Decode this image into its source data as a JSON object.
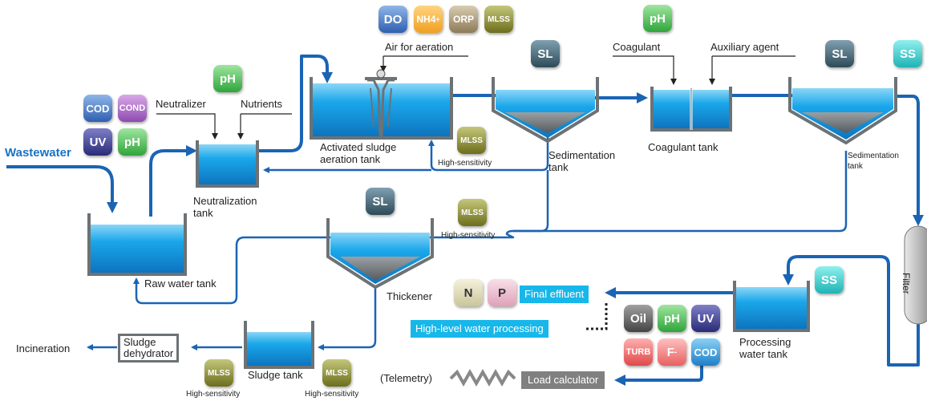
{
  "labels": {
    "wastewater": "Wastewater",
    "raw_water_tank": "Raw water tank",
    "neutralizer": "Neutralizer",
    "nutrients": "Nutrients",
    "neutralization_tank": "Neutralization\ntank",
    "air_for_aeration": "Air for aeration",
    "activated_sludge": "Activated sludge\naeration tank",
    "high_sensitivity": "High-sensitivity",
    "sedimentation_tank_1": "Sedimentation\ntank",
    "coagulant": "Coagulant",
    "auxiliary_agent": "Auxiliary agent",
    "coagulant_tank": "Coagulant tank",
    "sedimentation_tank_2": "Sedimentation\ntank",
    "filter": "Filter",
    "thickener": "Thickener",
    "final_effluent": "Final effluent",
    "high_level": "High-level water processing",
    "processing_water_tank": "Processing\nwater tank",
    "incineration": "Incineration",
    "sludge_dehydrator": "Sludge\ndehydrator",
    "sludge_tank": "Sludge tank",
    "telemetry": "(Telemetry)",
    "load_calculator": "Load calculator"
  },
  "badges": {
    "cod": "COD",
    "cond": "COND",
    "uv": "UV",
    "ph": "pH",
    "do": "DO",
    "nh4": "NH4",
    "nh4_sup": "+",
    "orp": "ORP",
    "mlss": "MLSS",
    "sl": "SL",
    "ss": "SS",
    "n": "N",
    "p": "P",
    "oil": "Oil",
    "turb": "TURB",
    "f": "F",
    "f_sup": "-"
  },
  "colors": {
    "pipe": "#1a64b4",
    "water": "#1aa0e6",
    "tank_border": "#6c7275",
    "accent": "#17b7ea"
  }
}
